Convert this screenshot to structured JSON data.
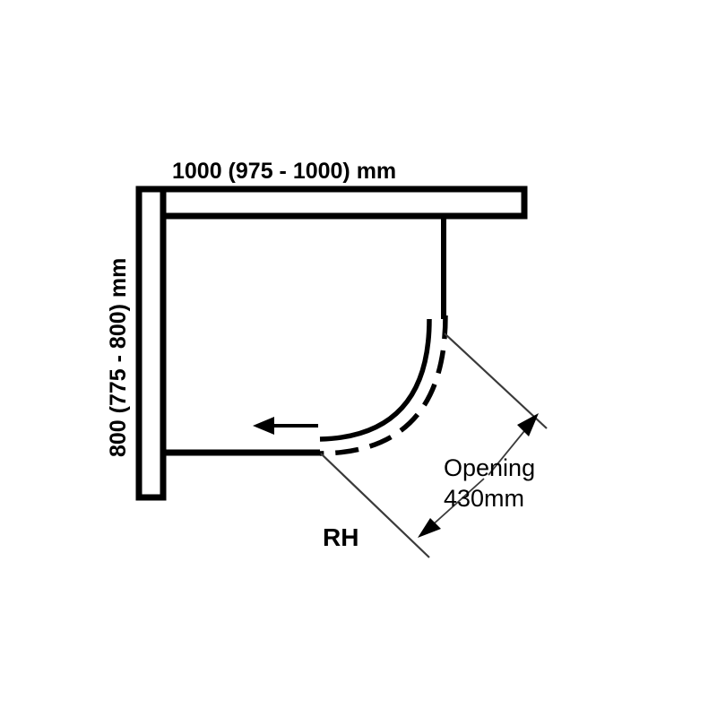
{
  "diagram": {
    "title": "Quadrant shower enclosure plan view",
    "background_color": "#ffffff",
    "line_color": "#000000",
    "labels": {
      "width_dimension": "1000 (975 - 1000) mm",
      "depth_dimension": "800 (775 - 800) mm",
      "opening_label_line1": "Opening",
      "opening_label_line2": "430mm",
      "handing": "RH"
    },
    "measurements": {
      "width_nominal_mm": 1000,
      "width_min_mm": 975,
      "width_max_mm": 1000,
      "depth_nominal_mm": 800,
      "depth_min_mm": 775,
      "depth_max_mm": 800,
      "opening_mm": 430,
      "units": "mm",
      "handing_code": "RH"
    }
  }
}
